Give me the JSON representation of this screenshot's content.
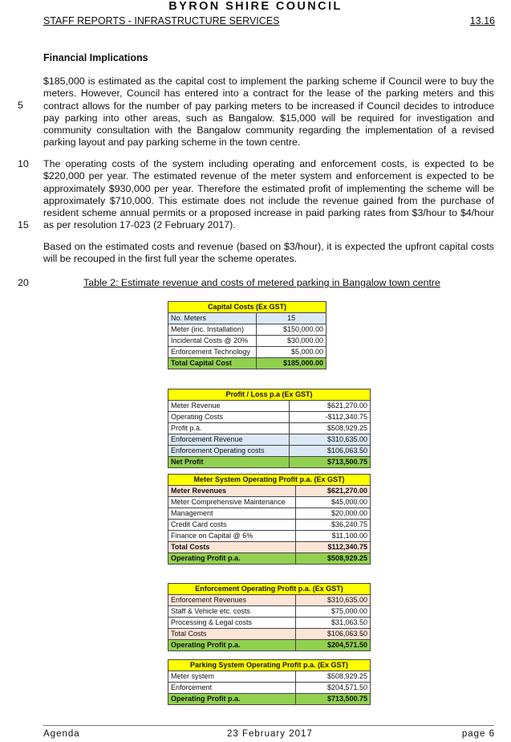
{
  "header": {
    "org": "BYRON SHIRE COUNCIL",
    "section": "STAFF REPORTS - INFRASTRUCTURE SERVICES",
    "item_no": "13.16"
  },
  "heading": "Financial Implications",
  "line_numbers": [
    "5",
    "10",
    "15",
    "20"
  ],
  "paragraphs": [
    "$185,000 is estimated as the capital cost to implement the parking scheme if Council were to buy the meters. However, Council has entered into a contract for the lease of the parking meters and this contract allows for the number of pay parking meters to be increased if Council decides to introduce pay parking into other areas, such as Bangalow. $15,000 will be required for investigation and community consultation with the Bangalow community regarding the implementation of a revised parking layout and pay parking scheme in the town centre.",
    "The operating costs of the system including operating and enforcement costs, is expected to be $220,000 per year. The estimated revenue of the meter system and enforcement is expected to be approximately $930,000 per year. Therefore the estimated profit of implementing the scheme will be approximately $710,000. This estimate does not include the revenue gained from the purchase of resident scheme annual permits or a proposed increase in paid parking rates from $3/hour to $4/hour as per resolution 17-023 (2 February 2017).",
    "Based on the estimated costs and revenue (based on $3/hour), it is expected the upfront capital costs will be recouped in the first full year the scheme operates."
  ],
  "caption": "Table 2: Estimate revenue and costs of metered parking in Bangalow town centre",
  "tables": {
    "capital": {
      "title": "Capital Costs (Ex GST)",
      "rows": [
        {
          "label": "No. Meters",
          "value": "15"
        },
        {
          "label": "Meter (inc. Installation)",
          "value": "$150,000.00"
        },
        {
          "label": "Incidental Costs @ 20%",
          "value": "$30,000.00"
        },
        {
          "label": "Enforcement Technology",
          "value": "$5,000.00"
        }
      ],
      "total": {
        "label": "Total Capital Cost",
        "value": "$185,000.00"
      }
    },
    "profit_loss": {
      "title": "Profit / Loss p.a (Ex GST)",
      "rows": [
        {
          "label": "Meter Revenue",
          "value": "$621,270.00"
        },
        {
          "label": "Operating Costs",
          "value": "-$112,340.75"
        },
        {
          "label": "Profit p.a.",
          "value": "$508,929.25"
        },
        {
          "label": "Enforcement Revenue",
          "value": "$310,635.00"
        },
        {
          "label": "Enforcement Operating costs",
          "value": "$106,063.50"
        }
      ],
      "total": {
        "label": "Net Profit",
        "value": "$713,500.75"
      }
    },
    "meter_system": {
      "title": "Meter System Operating Profit p.a. (Ex GST)",
      "revenues": {
        "label": "Meter Revenues",
        "value": "$621,270.00"
      },
      "rows": [
        {
          "label": "Meter Comprehensive Maintenance",
          "value": "$45,000.00"
        },
        {
          "label": "Management",
          "value": "$20,000.00"
        },
        {
          "label": "Credit Card costs",
          "value": "$36,240.75"
        },
        {
          "label": "Finance on Capital @ 6%",
          "value": "$11,100.00"
        }
      ],
      "total_costs": {
        "label": "Total Costs",
        "value": "$112,340.75"
      },
      "total": {
        "label": "Operating Profit p.a.",
        "value": "$508,929.25"
      }
    },
    "enforcement": {
      "title": "Enforcement Operating Profit p.a. (Ex GST)",
      "revenues": {
        "label": "Enforcement Revenues",
        "value": "$310,635.00"
      },
      "rows": [
        {
          "label": "Staff & Vehicle etc. costs",
          "value": "$75,000.00"
        },
        {
          "label": "Processing & Legal costs",
          "value": "$31,063.50"
        }
      ],
      "total_costs": {
        "label": "Total Costs",
        "value": "$106,063.50"
      },
      "total": {
        "label": "Operating Profit p.a.",
        "value": "$204,571.50"
      }
    },
    "parking_system": {
      "title": "Parking System Operating Profit p.a. (Ex GST)",
      "rows": [
        {
          "label": "Meter system",
          "value": "$508,929.25"
        },
        {
          "label": "Enforcement",
          "value": "$204,571.50"
        }
      ],
      "total": {
        "label": "Operating Profit p.a.",
        "value": "$713,500.75"
      }
    }
  },
  "colors": {
    "header_yellow": "#ffff00",
    "total_green": "#92d050",
    "row_blue": "#dbe9f6",
    "row_peach": "#fce4d6"
  },
  "footer": {
    "left": "Agenda",
    "center": "23 February 2017",
    "right": "page 6"
  }
}
